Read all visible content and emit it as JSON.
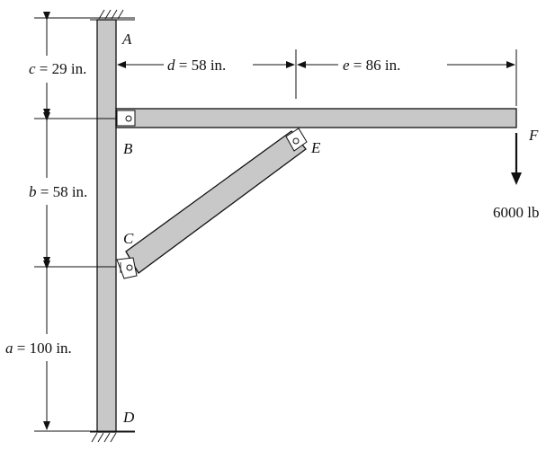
{
  "points": {
    "A": "A",
    "B": "B",
    "C": "C",
    "D": "D",
    "E": "E",
    "F": "F"
  },
  "dimensions": {
    "c": {
      "symbol": "c",
      "text": " = 29 in."
    },
    "b": {
      "symbol": "b",
      "text": " = 58 in."
    },
    "a": {
      "symbol": "a",
      "text": " = 100 in."
    },
    "d": {
      "symbol": "d",
      "text": " = 58 in."
    },
    "e": {
      "symbol": "e",
      "text": " = 86 in."
    }
  },
  "load": {
    "label": "6000 lb"
  },
  "colors": {
    "member_fill": "#c8c8c8",
    "stroke": "#111111"
  }
}
